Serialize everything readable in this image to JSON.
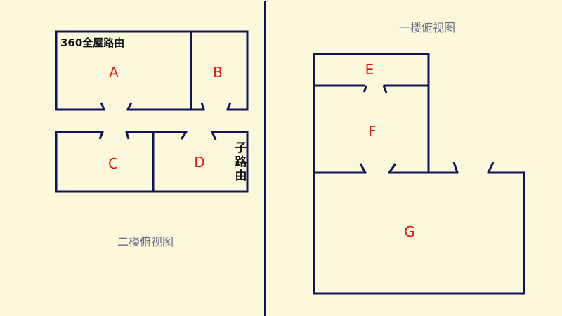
{
  "colors": {
    "background": "#fcf8dc",
    "wall": "#12145a",
    "room_label": "#ee1111",
    "caption": "#6a6a88",
    "router_text": "#111111"
  },
  "floor2": {
    "caption": "二楼俯视图",
    "main_router": "360全屋路由",
    "sub_router": "子路由",
    "rooms": [
      {
        "id": "A",
        "label": "A"
      },
      {
        "id": "B",
        "label": "B"
      },
      {
        "id": "C",
        "label": "C"
      },
      {
        "id": "D",
        "label": "D"
      }
    ]
  },
  "floor1": {
    "caption": "一楼俯视图",
    "rooms": [
      {
        "id": "E",
        "label": "E"
      },
      {
        "id": "F",
        "label": "F"
      },
      {
        "id": "G",
        "label": "G"
      }
    ]
  }
}
